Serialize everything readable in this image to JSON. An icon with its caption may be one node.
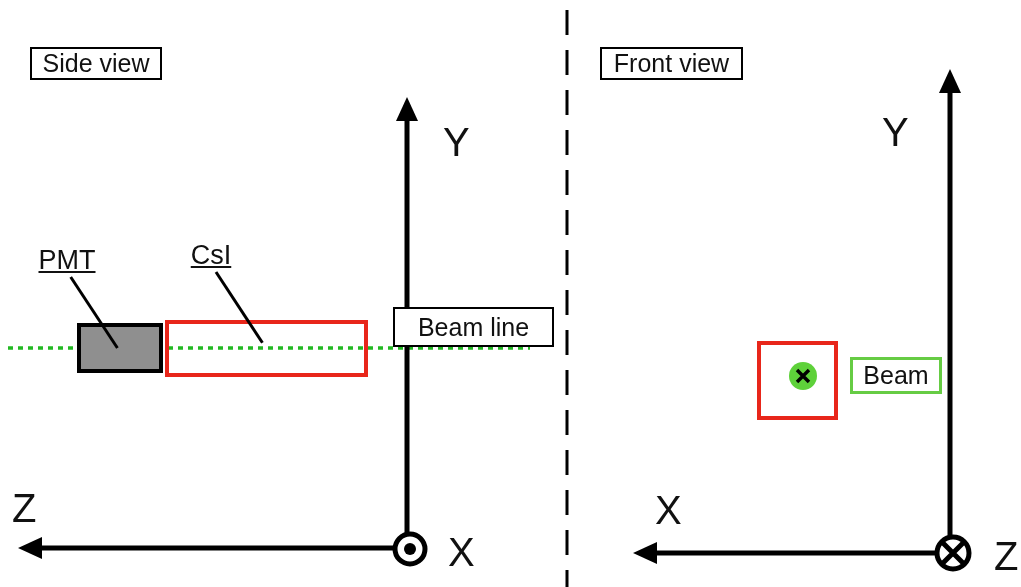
{
  "diagram": {
    "nodes": [
      {
        "text": [
          "Side view"
        ]
      },
      {
        "text": [
          "Front view"
        ]
      },
      {
        "text": [
          "PMT"
        ]
      },
      {
        "text": [],
        "shape": "box"
      },
      {
        "text": [
          "CsI"
        ]
      },
      {
        "text": [],
        "shape": "box"
      },
      {
        "text": [
          "Beam line"
        ]
      },
      {
        "text": [],
        "shape": "box"
      },
      {
        "text": [
          "Beam"
        ]
      }
    ],
    "edges": [
      {
        "from": 2,
        "to": 3,
        "arrow": "none"
      },
      {
        "from": 4,
        "to": 5,
        "arrow": "none"
      }
    ],
    "labels": [
      "Y",
      "Z",
      "X",
      "Y",
      "X",
      "Z"
    ]
  }
}
